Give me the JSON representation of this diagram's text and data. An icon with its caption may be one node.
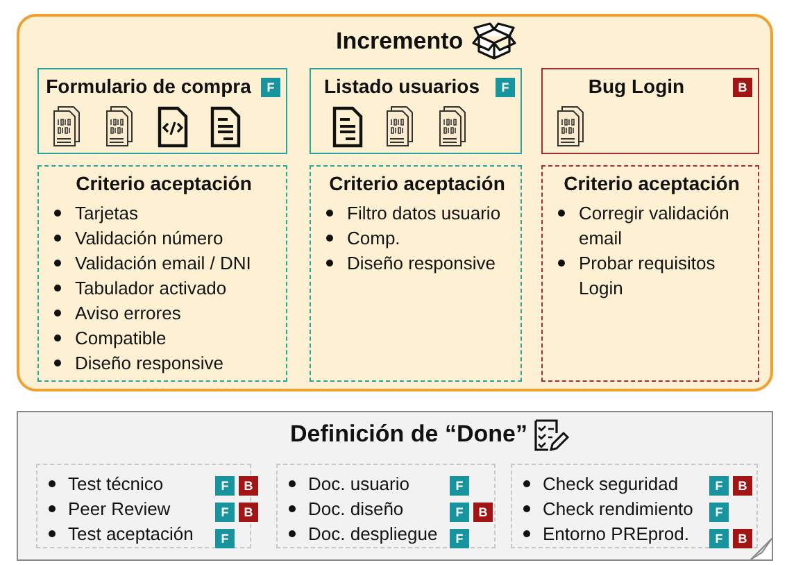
{
  "diagram": {
    "nodes": [
      {
        "text": [
          "Incremento"
        ]
      },
      {
        "text": [
          "Formulario de compra"
        ],
        "in": 0
      },
      {
        "text": [
          "F"
        ],
        "in": 1
      },
      {
        "text": [
          "Listado usuarios"
        ],
        "in": 0
      },
      {
        "text": [
          "F"
        ],
        "in": 3
      },
      {
        "text": [
          "Bug Login"
        ],
        "in": 0
      },
      {
        "text": [
          "B"
        ],
        "in": 5
      },
      {
        "text": [
          "Criterio aceptación",
          "Tarjetas",
          "Validación número",
          "Validación email / DNI",
          "Tabulador activado",
          "Aviso errores",
          "Compatible",
          "Diseño responsive"
        ],
        "in": 0
      },
      {
        "text": [
          "Criterio aceptación",
          "Filtro datos usuario",
          "Comp.",
          "Diseño responsive"
        ],
        "in": 0
      },
      {
        "text": [
          "Criterio aceptación",
          "Corregir validación email",
          "Probar requisitos Login"
        ],
        "in": 0
      },
      {
        "text": [
          "Definición de “Done”"
        ]
      },
      {
        "text": [
          "Test técnico",
          "Peer Review",
          "Test aceptación"
        ],
        "in": 10
      },
      {
        "text": [
          "F"
        ],
        "in": 11
      },
      {
        "text": [
          "B"
        ],
        "in": 11
      },
      {
        "text": [
          "F"
        ],
        "in": 11
      },
      {
        "text": [
          "B"
        ],
        "in": 11
      },
      {
        "text": [
          "F"
        ],
        "in": 11
      },
      {
        "text": [
          "Doc. usuario",
          "Doc. diseño",
          "Doc. despliegue"
        ],
        "in": 10
      },
      {
        "text": [
          "F"
        ],
        "in": 17
      },
      {
        "text": [
          "F"
        ],
        "in": 17
      },
      {
        "text": [
          "B"
        ],
        "in": 17
      },
      {
        "text": [
          "F"
        ],
        "in": 17
      },
      {
        "text": [
          "Check seguridad",
          "Check rendimiento",
          "Entorno PREprod."
        ],
        "in": 10
      },
      {
        "text": [
          "F"
        ],
        "in": 22
      },
      {
        "text": [
          "B"
        ],
        "in": 22
      },
      {
        "text": [
          "F"
        ],
        "in": 22
      },
      {
        "text": [
          "F"
        ],
        "in": 22
      },
      {
        "text": [
          "B"
        ],
        "in": 22
      }
    ]
  }
}
